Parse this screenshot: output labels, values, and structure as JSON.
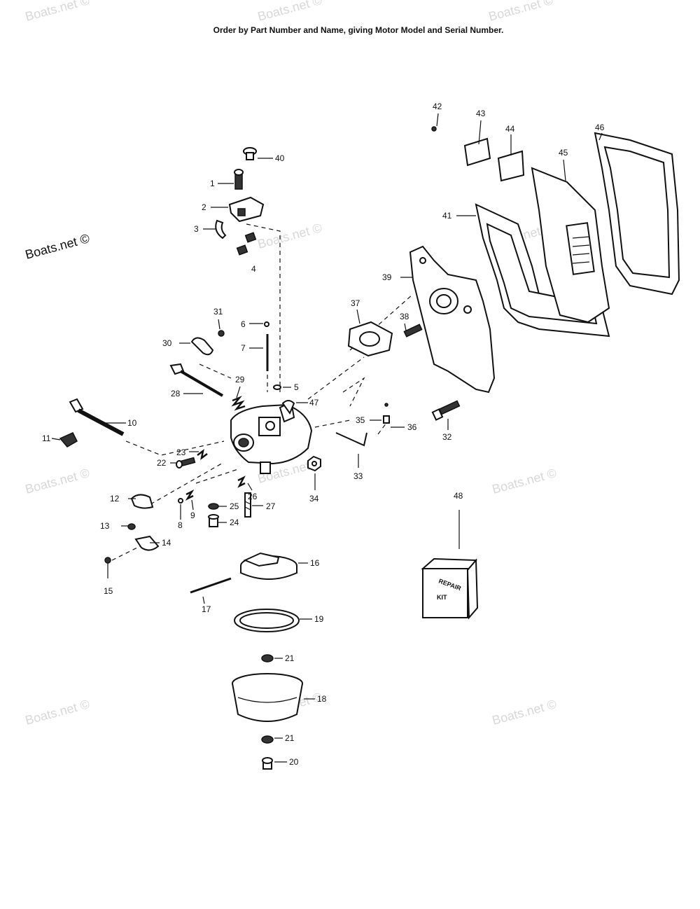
{
  "header": {
    "instruction": "Order by Part Number and Name, giving Motor Model and Serial Number."
  },
  "watermark": {
    "text": "Boats.net ©"
  },
  "repair_kit": {
    "line1": "REPAIR",
    "line2": "KIT"
  },
  "callouts": {
    "c1": "1",
    "c2": "2",
    "c3": "3",
    "c4": "4",
    "c5": "5",
    "c6": "6",
    "c7": "7",
    "c8": "8",
    "c9": "9",
    "c10": "10",
    "c11": "11",
    "c12": "12",
    "c13": "13",
    "c14": "14",
    "c15": "15",
    "c16": "16",
    "c17": "17",
    "c18": "18",
    "c19": "19",
    "c20": "20",
    "c21a": "21",
    "c21b": "21",
    "c22": "22",
    "c23": "23",
    "c24": "24",
    "c25": "25",
    "c26": "26",
    "c27": "27",
    "c28": "28",
    "c29": "29",
    "c30": "30",
    "c31": "31",
    "c32": "32",
    "c33": "33",
    "c34": "34",
    "c35": "35",
    "c36": "36",
    "c37": "37",
    "c38": "38",
    "c39": "39",
    "c40": "40",
    "c41": "41",
    "c42": "42",
    "c43": "43",
    "c44": "44",
    "c45": "45",
    "c46": "46",
    "c47": "47",
    "c48": "48"
  }
}
